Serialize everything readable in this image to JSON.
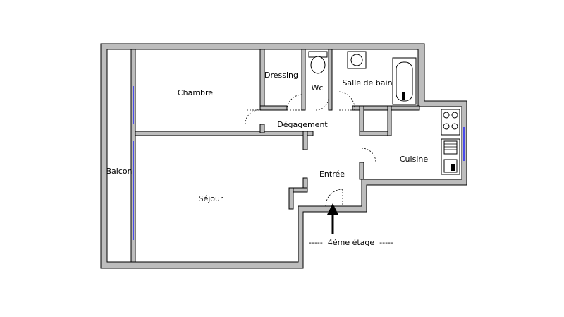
{
  "rooms": {
    "chambre": "Chambre",
    "dressing": "Dressing",
    "wc": "Wc",
    "salle_de_bain": "Salle de bain",
    "degagement": "Dégagement",
    "balcon": "Balcon",
    "sejour": "Séjour",
    "entree": "Entrée",
    "cuisine": "Cuisine"
  },
  "floor_label": "-----  4éme étage  -----",
  "colors": {
    "wall": "#bdbdbd",
    "window": "#1a1aff",
    "line": "#000000"
  }
}
